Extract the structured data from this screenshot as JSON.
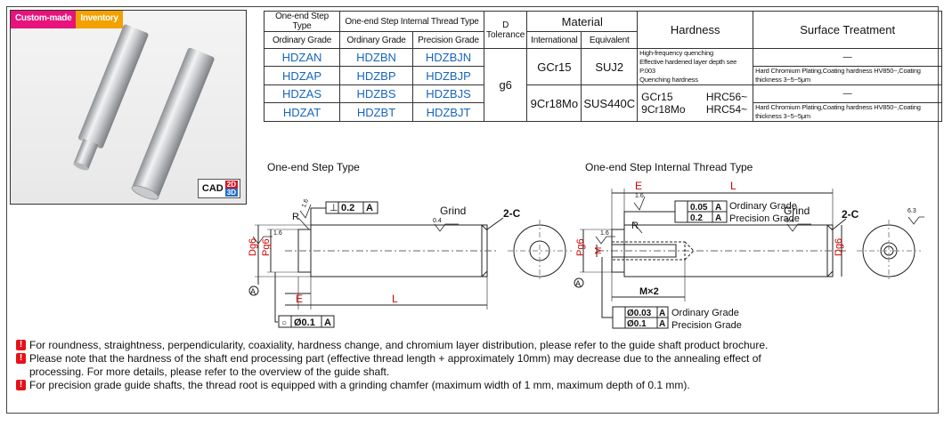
{
  "photo": {
    "tag_custom": "Custom-made",
    "tag_inventory": "Inventory",
    "cad": "CAD",
    "cad_2d": "2D",
    "cad_3d": "3D"
  },
  "table": {
    "h_step": "One-end Step Type",
    "h_thread": "One-end Step Internal Thread Type",
    "h_d": "D",
    "h_tol": "Tolerance",
    "h_material": "Material",
    "h_hardness": "Hardness",
    "h_surface": "Surface Treatment",
    "h_ord1": "Ordinary Grade",
    "h_ord2": "Ordinary Grade",
    "h_prec": "Precision Grade",
    "h_intl": "International",
    "h_equiv": "Equivalent",
    "rows": [
      {
        "a": "HDZAN",
        "b": "HDZBN",
        "c": "HDZBJN"
      },
      {
        "a": "HDZAP",
        "b": "HDZBP",
        "c": "HDZBJP"
      },
      {
        "a": "HDZAS",
        "b": "HDZBS",
        "c": "HDZBJS"
      },
      {
        "a": "HDZAT",
        "b": "HDZBT",
        "c": "HDZBJT"
      }
    ],
    "tolerance": "g6",
    "mat1_intl": "GCr15",
    "mat1_eq": "SUJ2",
    "mat2_intl": "9Cr18Mo",
    "mat2_eq": "SUS440C",
    "hard_line1": "High-frequency quenching",
    "hard_line2": "Effective hardened layer depth see P.003",
    "hard_line3": "Quenching hardness",
    "hard_gcr": "GCr15",
    "hard_gcr_val": "HRC56~",
    "hard_9cr": "9Cr18Mo",
    "hard_9cr_val": "HRC54~",
    "surf_none1": "—",
    "surf_chrome1": "Hard Chromium Plating,Coating hardness HV850~,Coating thickness 3~5~5μm",
    "surf_none2": "—",
    "surf_chrome2": "Hard Chromium Plating,Coating hardness HV850~,Coating thickness 3~5~5μm"
  },
  "drawings": {
    "left_title": "One-end Step Type",
    "right_title": "One-end Step Internal Thread Type",
    "perp_sym": "⊥",
    "perp_val": "0.2",
    "perp_ref": "A",
    "grind": "Grind",
    "grind_val": "0.4",
    "chamfer": "2-C",
    "r": "R",
    "rough16": "1.6",
    "rough16b": "1.6",
    "d_label": "Dg6",
    "p_label": "Pg6",
    "e": "E",
    "l": "L",
    "a": "A",
    "circ_sym": "○",
    "circ_val": "Ø0.1",
    "circ_ref": "A",
    "r_e": "E",
    "r_l": "L",
    "r_perp1": "0.05",
    "r_perp2": "0.2",
    "r_ref": "A",
    "r_ref2": "A",
    "r_ord": "Ordinary Grade",
    "r_prec": "Precision Grade",
    "r_grind": "Grind",
    "r_grind_val": "0.4",
    "r_chamfer": "2-C",
    "r_rough63": "6.3",
    "r_r": "R",
    "r_rough16": "1.6",
    "r_rough16b": "1.6",
    "r_m": "M",
    "r_mx2": "M×2",
    "r_d": "Dg6",
    "r_p": "Pg6",
    "r_a": "A",
    "r_conc1": "Ø0.03",
    "r_conc2": "Ø0.1",
    "r_cref1": "A",
    "r_cref2": "A",
    "r_ord2": "Ordinary Grade",
    "r_prec2": "Precision Grade"
  },
  "notes": [
    "For roundness, straightness, perpendicularity, coaxiality, hardness change, and chromium layer distribution, please refer to the guide shaft product brochure.",
    "Please note that the hardness of the shaft end processing part (effective thread length + approximately 10mm) may decrease due to the annealing effect of",
    "processing. For more details, please refer to the overview of the guide shaft.",
    "For precision grade guide shafts, the thread root is equipped with a grinding chamfer (maximum width of 1 mm, maximum depth of 0.1 mm)."
  ]
}
